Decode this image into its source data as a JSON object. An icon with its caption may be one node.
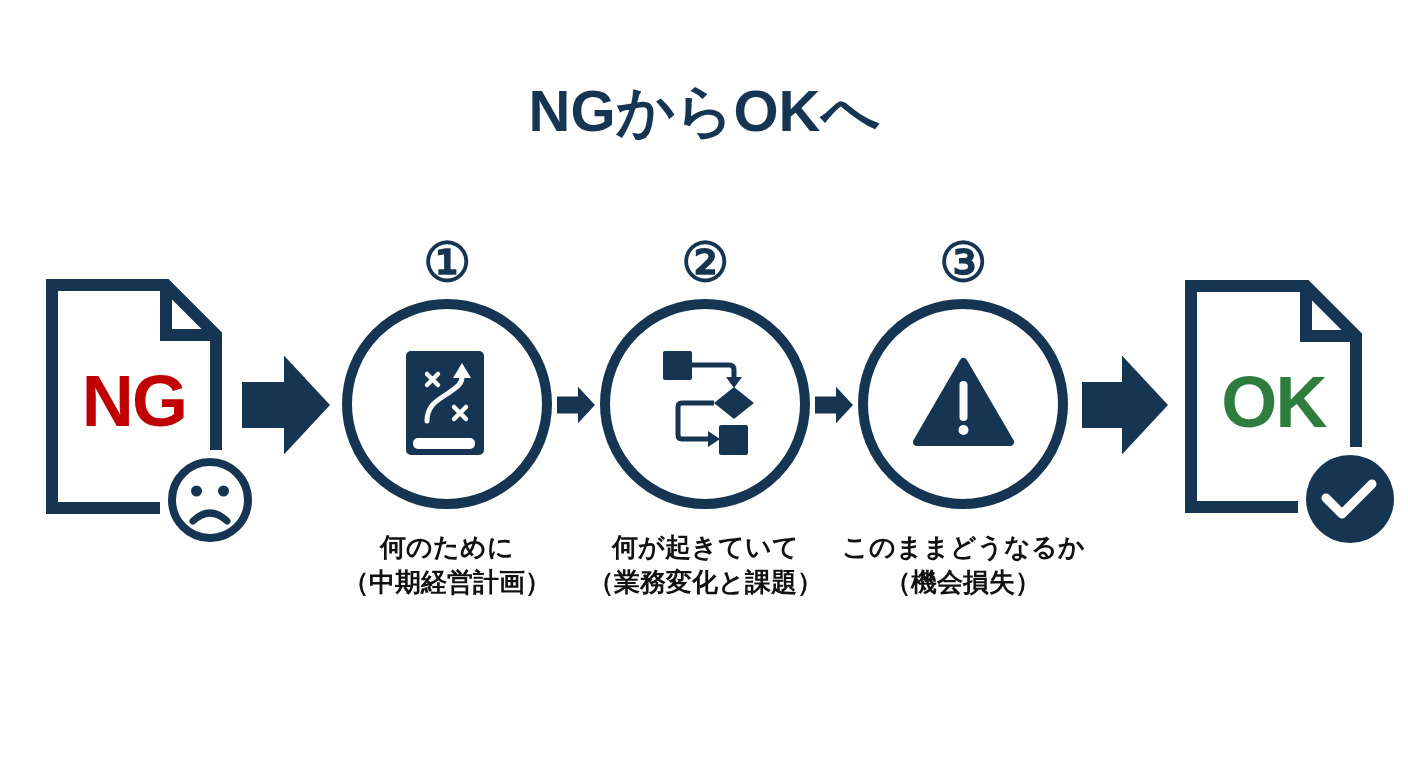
{
  "diagram": {
    "title": "NGからOKへ",
    "nodes": [
      {
        "text": [
          "NG"
        ]
      },
      {
        "text": [
          "①",
          "何のために（中期経営計画）"
        ]
      },
      {
        "text": [
          "②",
          "何が起きていて（業務変化と課題）"
        ]
      },
      {
        "text": [
          "③",
          "このままどうなるか（機会損失）"
        ]
      },
      {
        "text": [
          "OK"
        ]
      }
    ],
    "edges": [
      {
        "from": 0,
        "to": 1,
        "arrow": "to",
        "style": "thick"
      },
      {
        "from": 1,
        "to": 2,
        "arrow": "to"
      },
      {
        "from": 2,
        "to": 3,
        "arrow": "to"
      },
      {
        "from": 3,
        "to": 4,
        "arrow": "to",
        "style": "thick"
      }
    ]
  }
}
